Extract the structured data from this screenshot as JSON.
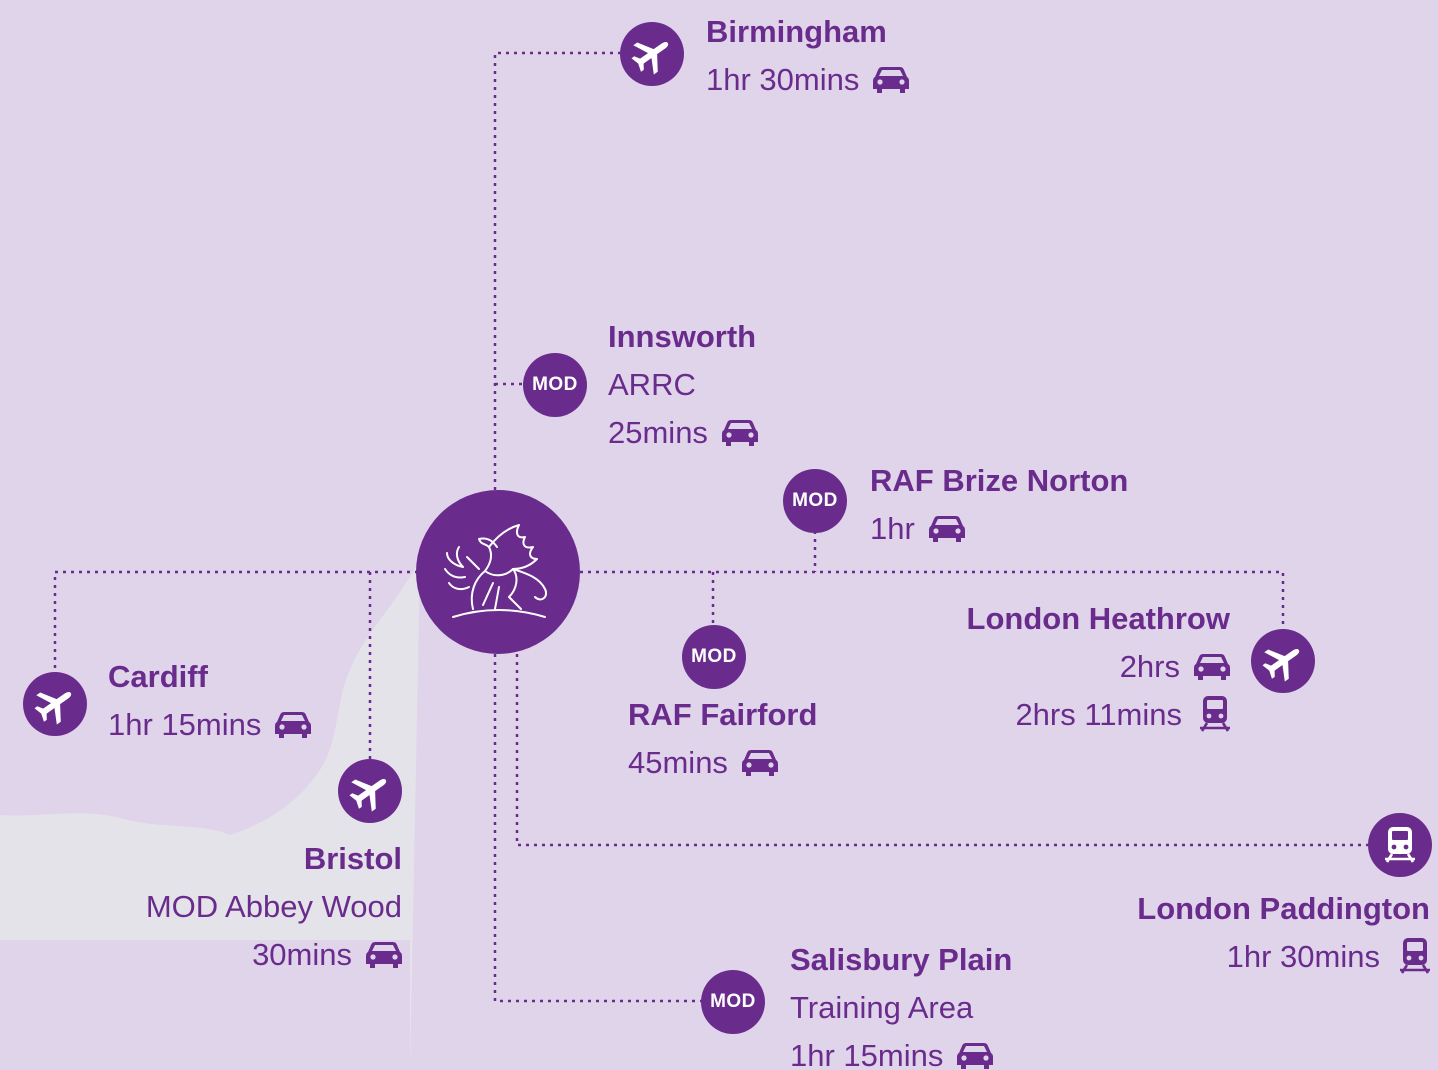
{
  "colors": {
    "background": "#e0d4ea",
    "accent": "#6a2c8c",
    "land": "#e5e3ea"
  },
  "hub": {
    "icon": "griffin-emblem-icon"
  },
  "destinations": {
    "birmingham": {
      "title": "Birmingham",
      "time": "1hr 30mins",
      "transport": [
        "car-icon"
      ],
      "marker": "plane-icon"
    },
    "innsworth": {
      "badge": "MOD",
      "title": "Innsworth",
      "subtitle": "ARRC",
      "time": "25mins",
      "transport": [
        "car-icon"
      ]
    },
    "brize_norton": {
      "badge": "MOD",
      "title": "RAF Brize Norton",
      "time": "1hr",
      "transport": [
        "car-icon"
      ]
    },
    "heathrow": {
      "title": "London Heathrow",
      "time_car": "2hrs",
      "time_train": "2hrs 11mins",
      "transport": [
        "car-icon",
        "train-icon"
      ],
      "marker": "plane-icon"
    },
    "fairford": {
      "badge": "MOD",
      "title": "RAF Fairford",
      "time": "45mins",
      "transport": [
        "car-icon"
      ]
    },
    "cardiff": {
      "title": "Cardiff",
      "time": "1hr 15mins",
      "transport": [
        "car-icon"
      ],
      "marker": "plane-icon"
    },
    "bristol": {
      "title": "Bristol",
      "subtitle": "MOD Abbey Wood",
      "time": "30mins",
      "transport": [
        "car-icon"
      ],
      "marker": "plane-icon"
    },
    "paddington": {
      "title": "London Paddington",
      "time": "1hr 30mins",
      "transport": [
        "train-icon"
      ],
      "marker": "train-icon"
    },
    "salisbury": {
      "badge": "MOD",
      "title": "Salisbury Plain",
      "subtitle": "Training Area",
      "time": "1hr 15mins",
      "transport": [
        "car-icon"
      ]
    }
  }
}
